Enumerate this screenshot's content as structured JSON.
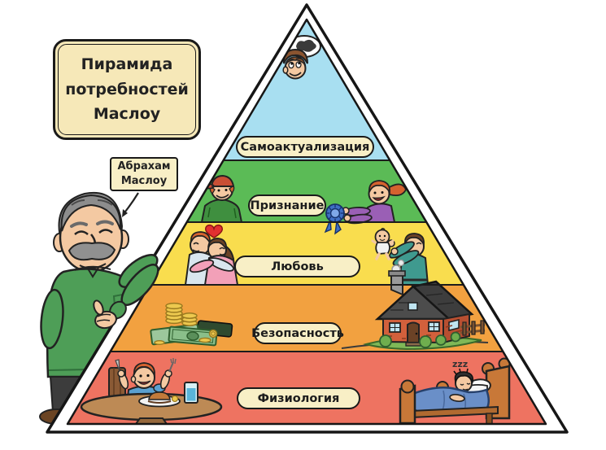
{
  "title": "Пирамида потребностей Маслоу",
  "author_callout": {
    "name": "Абрахам Маслоу"
  },
  "pyramid": {
    "levels": [
      {
        "label": "Самоактуализация",
        "color": "#a8dff1",
        "scenes": [
          "thinking-boy-with-thought-bubble"
        ]
      },
      {
        "label": "Признание",
        "color": "#5bbb56",
        "scenes": [
          "boy-with-cap",
          "girl-giving-award-rosette"
        ]
      },
      {
        "label": "Любовь",
        "color": "#f9dd4e",
        "scenes": [
          "hugging-couple-with-heart",
          "father-lifting-baby"
        ]
      },
      {
        "label": "Безопасность",
        "color": "#f2a140",
        "scenes": [
          "money-bills-and-coins",
          "brick-house-with-fence"
        ]
      },
      {
        "label": "Физиология",
        "color": "#ee7361",
        "scenes": [
          "boy-eating-at-table",
          "boy-sleeping-in-bed"
        ]
      }
    ]
  },
  "bed": {
    "sleep_text": "zzz"
  },
  "colors": {
    "background": "#ffffff",
    "outline": "#1a1a1a",
    "label_fill": "#f8efc6",
    "title_fill": "#f6e8b8"
  }
}
